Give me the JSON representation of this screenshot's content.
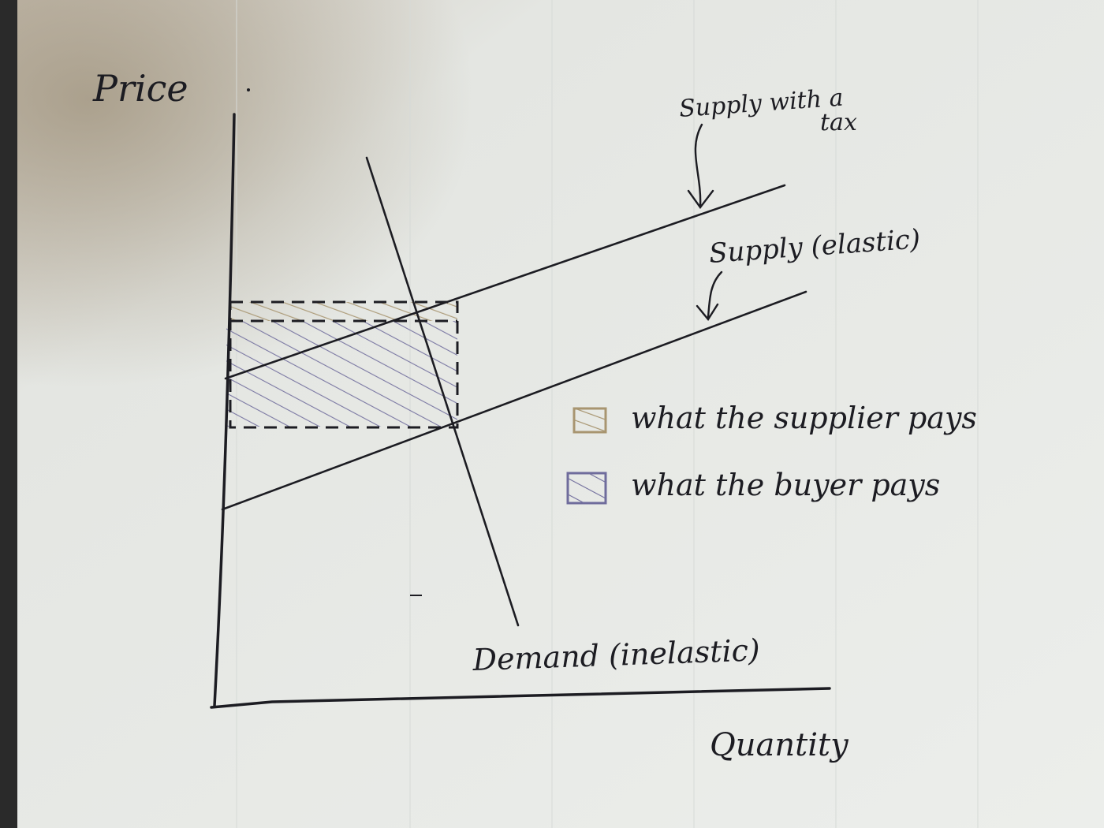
{
  "diagram": {
    "axis_y_label": "Price",
    "axis_x_label": "Quantity",
    "supply_tax_label_line1": "Supply with a",
    "supply_tax_label_line2": "tax",
    "supply_label": "Supply (elastic)",
    "demand_label": "Demand (inelastic)",
    "legend": [
      {
        "label": "what the supplier pays",
        "color": "#a89570"
      },
      {
        "label": "what the buyer pays",
        "color": "#6f6c9c"
      }
    ]
  },
  "colors": {
    "paper": "#e9ece9",
    "ink": "#1c1c22",
    "supplier_hatch": "#a89570",
    "buyer_hatch": "#6f6c9c"
  }
}
